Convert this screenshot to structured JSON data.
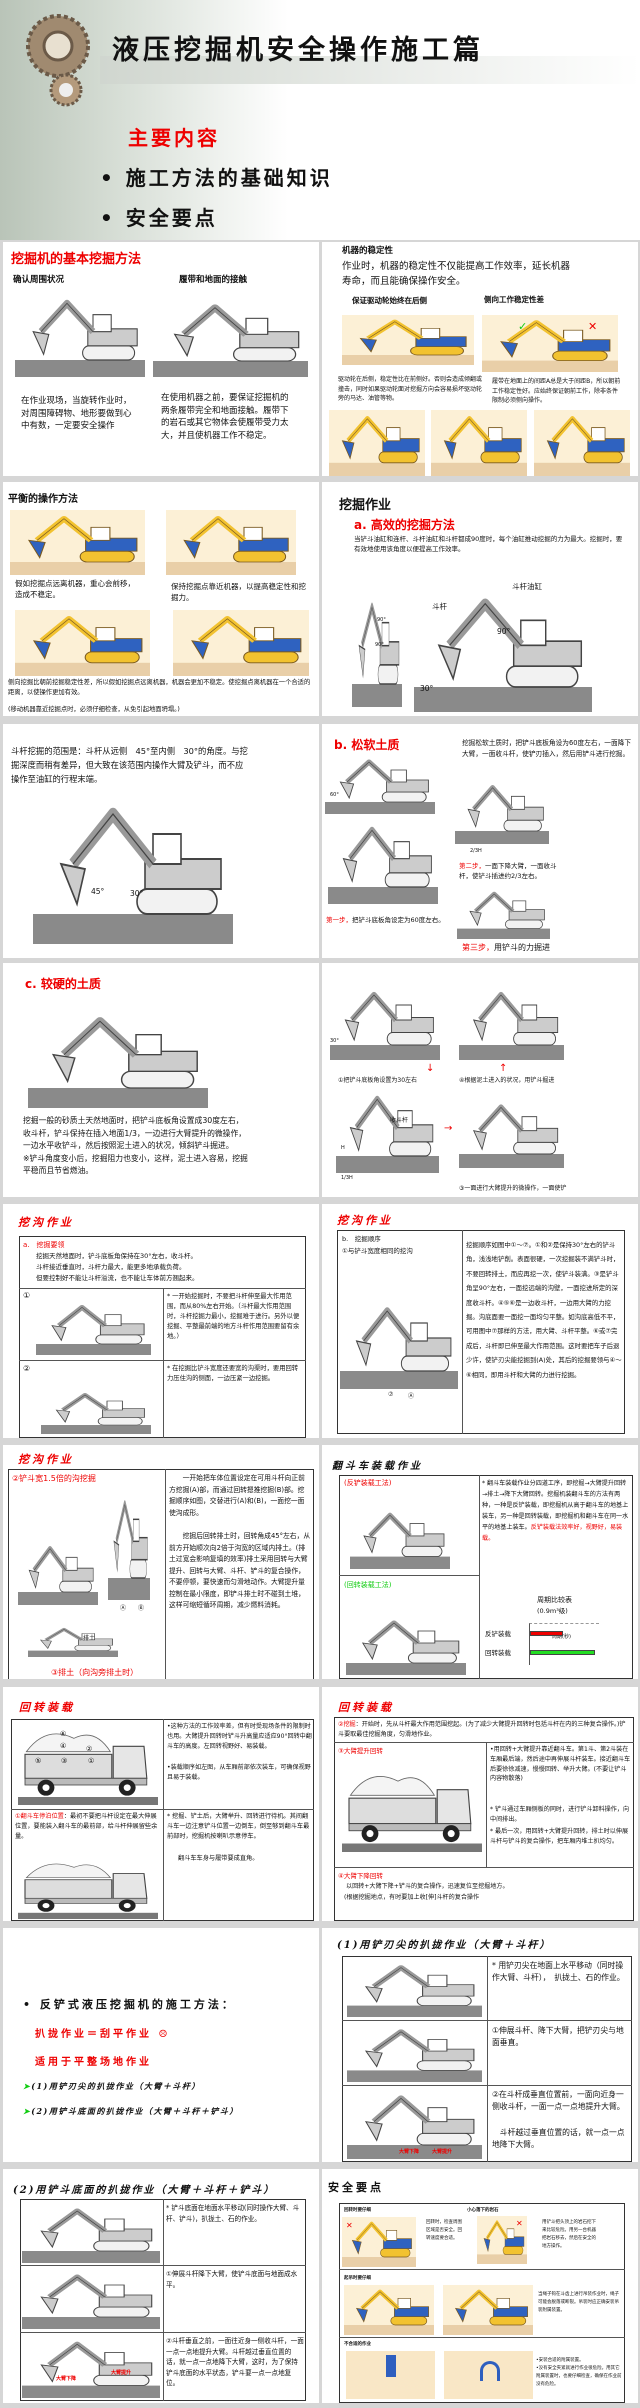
{
  "cover": {
    "title": "液压挖掘机安全操作施工篇",
    "subtitle": "主要内容",
    "bullets": [
      "施工方法的基础知识",
      "安全要点"
    ]
  },
  "s1": {
    "title": "挖掘机的基本挖掘方法",
    "sub1": "确认周围状况",
    "sub2": "履带和地面的接触",
    "cap1": "在作业现场，当旋转作业时，对周围障碍物、地形要做到心中有数，一定要安全操作",
    "cap2": "在使用机器之前，要保证挖掘机的两条履带完全和地面接触。履带下的岩石或其它物体会使履带受力太大，并且使机器工作不稳定。"
  },
  "s2": {
    "title": "机器的稳定性",
    "text": "作业时，机器的稳定性不仅能提高工作效率，延长机器寿命，而且能确保操作安全。",
    "sub1": "保证驱动轮始终在后侧",
    "sub2": "侧向工作稳定性差",
    "cap1": "驱动轮在后侧，稳定性比在前侧好。否则会造成倾翻或撞击，同时如果驱动轮面对挖掘方向会容易损坏驱动轮旁的马达、油管等物。",
    "cap2": "履带在地面上的间距A总是大于间距B，所以朝前工作稳定性好。应始终保证朝前工作，除非条件限制必须侧向操作。",
    "mark_ok": "✓",
    "mark_bad": "✕"
  },
  "s3": {
    "title": "平衡的操作方法",
    "cap1": "假如挖掘点远离机器，重心会前移，造成不稳定。",
    "cap2": "保持挖掘点靠近机器，以提高稳定性和挖掘力。",
    "cap3": "侧向挖掘比朝前挖掘稳定性差，所以假如挖掘点远离机器，机器会更加不稳定。使挖掘点离机器在一个合适的距离，以使操作更加有效。",
    "cap4": "(移动机器靠近挖掘点时，必须仔细检查，从免引起地面坍塌。)"
  },
  "s4": {
    "title": "挖掘作业",
    "subtitle": "a. 高效的挖掘方法",
    "text": "当铲斗油缸和连杆、斗杆油缸和斗杆都成90度时，每个油缸推动挖掘的力为最大。挖掘时，要有效地使用该角度以便提高工作效率。",
    "labels": [
      "斗杆油缸",
      "斗杆",
      "90°",
      "30°",
      "90°",
      "90°"
    ]
  },
  "s5": {
    "text": "斗杆挖掘的范围是：斗杆从远侧　45°至内侧　30°的角度。与挖掘深度而稍有差异，但大致在该范围内操作大臂及铲斗，而不应操作至油缸的行程末端。",
    "labels": [
      "45°",
      "30°"
    ]
  },
  "s6": {
    "title": "b. 松软土质",
    "text": "挖掘松软土质时，把铲斗底板角设为60度左右，一面降下大臂，一面收斗杆，使铲刃插入，然后用铲斗进行挖掘。",
    "step1_label": "第一步，",
    "step1": "把铲斗底板角设定为60度左右。",
    "step2_label": "第二步，",
    "step2": "一面下降大臂，一面收斗杆，使铲斗插进约2/3左右。",
    "step3_label": "第三步，",
    "step3": "用铲斗的力掘进",
    "labels": [
      "60°",
      "2/3H"
    ]
  },
  "s7": {
    "title": "c. 较硬的土质",
    "text": "挖掘一般的砂质土天然地面时，把铲斗底板角设置成30度左右，收斗杆，铲斗保持在插入地面1/3，一边进行大臂提升的微操作，一边水平收铲斗，然后按照泥土进入的状况，倾斜铲斗掘进。",
    "note": "※铲斗角度变小后，挖掘阻力也变小，这样，泥土进入容易，挖掘平稳而且节省燃油。"
  },
  "s8": {
    "cap1": "①把铲斗底板角设置为30左右",
    "cap4": "④根据泥土进入的状况，用铲斗掘进",
    "cap3": "③一面进行大臂提升的微操作，一面使铲",
    "label_retract": "收斗杆",
    "labels": [
      "30°",
      "H",
      "1/3H"
    ]
  },
  "s9": {
    "title": "挖沟作业",
    "head_label": "a.",
    "head": "挖掘要领",
    "lines": [
      "挖掘天然地面时，铲斗底板角保持在30°左右，收斗杆。",
      "斗杆接近垂直时，斗杆力最大，能更多地承载负荷。",
      "但要控制好不能让斗杆溢流，也不能让车体前方翘起来。"
    ],
    "n1": "①",
    "n2": "②",
    "t1": "* 一开始挖掘时，不要把斗杆伸至最大作用范围，而从80%左右开始。（斗杆最大作用范围时，斗杆挖掘力最小，挖掘难于进行。另外以便挖掘、平整最前端的地方斗杆作用范围要留有余地。）",
    "t2": "* 在挖掘比铲斗宽度还要宽的沟渠时，要用回转力压住沟的侧面，一边压紧一边挖掘。"
  },
  "s10": {
    "title": "挖沟作业",
    "head": "b.　挖掘顺序",
    "sub": "①与铲斗宽度相同的挖沟",
    "text": "挖掘顺序如图中①～⑦。①和②是保持30°左右的铲斗角，浅浅地铲削。表面很硬，一次挖掘装不满铲斗时，不要回转排土，而应再挖一次，使铲斗装满。③是铲斗角呈90°左右，一面挖远端的沟壁，一面挖进所定的深度收斗杆。④⑤⑥是一边收斗杆，一边用大臂的力挖掘。沟底面要一面挖一面均匀平整。如沟底高低不平，可用图中⑦那样的方法，用大臂、斗杆平整。⑥或⑦完成后，斗杆即已伸至最大作用范围。这时要把车子后退少许，使铲刃尖能挖掘到(A)处，其后的挖掘要领与④～⑥相同，即用斗杆和大臂的力进行挖掘。",
    "labels": [
      "⑦",
      "Ⓐ"
    ]
  },
  "s11": {
    "title": "挖沟作业",
    "sub1": "②铲斗宽1.5倍的沟挖掘",
    "sub2": "③排土（向沟旁排土时）",
    "p1": "一开始把车体位置设定在可用斗杆向正前方挖掘(A)部，而通过回转摁推挖掘(B)部。挖掘顺序如图，交替进行(A)和(B)，一面挖一面使沟成形。",
    "p2": "挖掘后回转排土时，回转角成45°左右，从前方开始顺次向2倍于沟宽的区域内排土。(排土过宽会影响复填的效率)排土采用回转与大臂提升、回转与大臂、斗杆、铲斗的复合操作，不要停顿，要快速而匀滑地动作。大臂提升量控制在最小限度，即铲斗排土时不碰到土堆，这样可缩短循环周期，减少燃料消耗。",
    "labels": [
      "Ⓐ",
      "Ⓑ",
      "排土"
    ]
  },
  "s12": {
    "title": "翻斗车装载作业",
    "m1": "(反铲装载工法)",
    "m2": "(回转装载工法)",
    "text": "* 翻斗车装载作业分四道工序，即挖掘→大臂提升回转→排土→降下大臂回转。挖掘机装翻斗车的方法有两种，一种是反铲装载，即挖掘机从高于翻斗车的地基上装车，另一种是回转装载，即挖掘机和翻斗车在同一水平的地基上装车。",
    "text_red": "反铲装载法效率好，视野好，易装载。",
    "chart": {
      "title": "周期比较表",
      "unit": "(0.9m³级)",
      "axis": "周期(秒)",
      "rows": [
        {
          "label": "反铲装载",
          "value": 0.5,
          "color": "#ee0000"
        },
        {
          "label": "回转装载",
          "value": 1.0,
          "color": "#22dd22"
        }
      ]
    }
  },
  "s13": {
    "title": "回转装载",
    "order": [
      "⑥",
      "④",
      "②",
      "⑤",
      "③",
      "①"
    ],
    "t1": "•这种方法的工作效率差，但有时受现场条件的限制时也用。大臂提升回转时铲斗升高量应适应90°回转中翻斗车的高度。左回转视野好、易装载。",
    "t2": "•装载顺序如左图，从车厢前部依次装车，可确保视野且易于装载。",
    "c_label": "①翻斗车停泊位置",
    "c_text": "：最初不要把斗杆设定在最大伸展位置，要能装入翻斗车的最前部，给斗杆伸展留些余量。",
    "t3": "* 挖掘、铲土后，大臂举升、回转进行待机。其间翻斗车一边注意铲斗位置一边倒车，倒至够到翻斗车最前部时，挖掘机按喇叭示意停车。",
    "t4": "翻斗车车身与履带要成直角。"
  },
  "s14": {
    "title": "回转装载",
    "r1_label": "②挖掘",
    "r1": "：开始时，先从斗杆最大作用范围挖起。(为了减少大臂提升回转时包括斗杆在内的三种复合操作。)铲斗要取最佳挖掘角度，匀滑地作业。",
    "r2_label": "③大臂提升回转",
    "b1": "•用回转+大臂提升靠近翻斗车。第1斗、第2斗装在车厢最后端，然后途中再伸展斗杆装车。接近翻斗车后要徐徐减速，慢慢回转、举升大臂。(不要让铲斗内容物散落)",
    "b2": "* 铲斗通过车厢侧板的同时，进行铲斗卸料操作，向中间排出。",
    "b3": "* 最后一次，用回转+大臂提升回转，排土时以伸展斗杆与铲斗的复合操作，把车厢内堆土扒均匀。",
    "r3_label": "④大臂下降回转",
    "r3a": "以回转+大臂下降+铲斗的复合操作，迅速复位至挖掘地方。",
    "r3b": "(根据挖掘地点，有时要加上收[伸]斗杆的复合操作"
  },
  "s15": {
    "bullet": "反铲式液压挖掘机的施工方法：",
    "red1": "扒拢作业＝刮平作业",
    "sad_icon": "☹",
    "red2": "适用于平整场地作业",
    "item1": "(1)用铲刃尖的扒拢作业（大臂＋斗杆）",
    "item2": "(2)用铲斗底面的扒拢作业（大臂＋斗杆＋铲斗）"
  },
  "s16": {
    "title": "(1)用铲刃尖的扒拢作业（大臂＋斗杆）",
    "t1": "* 用铲刃尖在地面上水平移动（同时操作大臂、斗杆），　扒拢土、石的作业。",
    "t2": "①伸展斗杆、降下大臂，把铲刃尖与地面垂直。",
    "t3": "②在斗杆成垂直位置前，一面向近身一侧收斗杆，一面一点一点地提升大臂。",
    "t4": "斗杆越过垂直位置的话，就一点一点地降下大臂。",
    "lbl_down": "大臂下降",
    "lbl_up": "大臂提升"
  },
  "s17": {
    "title": "(2)用铲斗底面的扒拢作业（大臂＋斗杆＋铲斗）",
    "t1": "* 铲斗底面在地面水平移动(同时操作大臂、斗杆、铲斗)，扒拢土、石的作业。",
    "t2": "①伸展斗杆降下大臂，使铲斗底面与地面成水平。",
    "t3": "②斗杆垂直之前，一面往近身一侧收斗杆，一面一点一点地提升大臂。斗杆越过垂直位置的话，就一点一点地降下大臂，这时，为了保持铲斗底面的水平状态，铲斗要一点一点地复位。",
    "lbl_down": "大臂下降",
    "lbl_up": "大臂提升"
  },
  "s18": {
    "title": "安全要点",
    "h1": "回转时要仔细",
    "t1": "回转时，检查周围区域是否安全。回转速度要合适。",
    "h2": "小心落下的岩石",
    "t2": "用铲斗把头顶上的岩石挖下来比较危险。用另一台机器把岩石移去，然后在安全的地方操作。",
    "h3": "起吊时要仔细",
    "t3": "当绳子钩在斗齿上进行吊装作业时，绳子可能会脱落或断裂。吊装时应正确安装吊装附属装置。",
    "h4": "不合适的作业",
    "t4": "•安装合适的附属装置。",
    "t5": "•没有安全夹紧就进行作业很危险。用其它附属装置时，也要仔细检查，确保在作业前没有危险。",
    "mark_bad": "✕"
  }
}
